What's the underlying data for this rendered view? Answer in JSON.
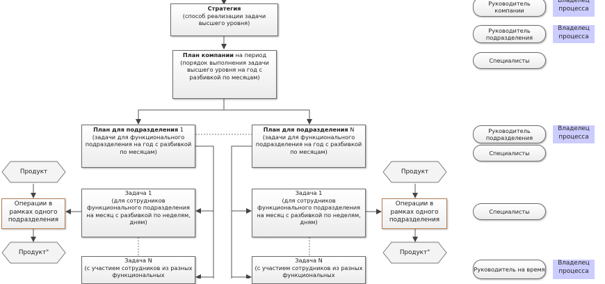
{
  "diagram": {
    "strategy": {
      "title": "Стратегия",
      "text": "(способ реализации задачи высшего уровня)"
    },
    "company_plan": {
      "title": "План компании",
      "title_rest": " на период",
      "text": "(порядок выполнения задачи высшего уровня на год с разбивкой по месяцам)"
    },
    "dept_plan_1": {
      "title": "План для подразделения",
      "suffix": " 1",
      "text": "(задачи для функционального подразделения на год с разбивкой по месяцам)"
    },
    "dept_plan_n": {
      "title": "План для подразделения",
      "suffix": " N",
      "text": "(задачи для функционального подразделения на год с разбивкой по месяцам)"
    },
    "task_1_left": {
      "title": "Задача 1",
      "text": "(для сотрудников функционального подразделения на месяц с разбивкой по неделям, дням)"
    },
    "task_1_right": {
      "title": "Задача 1",
      "text": "(для сотрудников функционального подразделения на месяц с разбивкой по неделям, дням)"
    },
    "task_n_left": {
      "title": "Задача N",
      "text": "(с участием сотрудников из разных функциональных"
    },
    "task_n_right": {
      "title": "Задача N",
      "text": "(с участием сотрудников из разных функциональных"
    },
    "left_side": {
      "product_in": "Продукт",
      "operations": "Операции в рамках одного подразделения",
      "product_out": "Продукт\""
    },
    "right_side": {
      "product_in": "Продукт",
      "operations": "Операции в рамках одного подразделения",
      "product_out": "Продукт\""
    }
  },
  "roles": [
    {
      "role": "Руководитель компании",
      "owner": "Владелец процесса"
    },
    {
      "role": "Руководитель подразделения",
      "owner": "Владелец процесса"
    },
    {
      "role": "Специалисты"
    },
    {
      "role": "Руководитель подразделения",
      "owner": "Владелец процесса"
    },
    {
      "role": "Специалисты"
    },
    {
      "role": "Специалисты"
    },
    {
      "role": "Руководитель на время",
      "owner": "Владелец процесса"
    }
  ],
  "colors": {
    "owner_bg": "#ccccff",
    "operations_border": "#b07a50",
    "line": "#555555"
  }
}
